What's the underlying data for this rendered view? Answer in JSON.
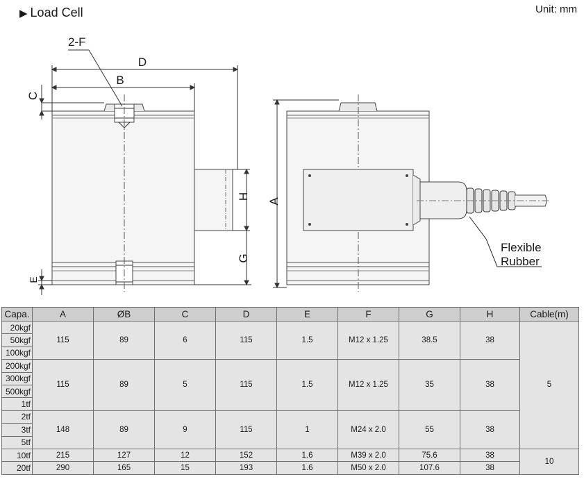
{
  "page": {
    "title": "Load Cell",
    "unit": "Unit: mm"
  },
  "drawing": {
    "labels": {
      "d": "D",
      "b": "B",
      "c": "C",
      "f": "2-F",
      "h_front": "H",
      "g": "G",
      "e": "E",
      "a": "A",
      "flexible": "Flexible",
      "rubber": "Rubber"
    }
  },
  "table": {
    "headers": [
      "Capa.",
      "A",
      "ØB",
      "C",
      "D",
      "E",
      "F",
      "G",
      "H",
      "Cable(m)"
    ],
    "groups": [
      {
        "capacities": [
          "20kgf",
          "50kgf",
          "100kgf"
        ],
        "values": [
          "115",
          "89",
          "6",
          "115",
          "1.5",
          "M12 x 1.25",
          "38.5",
          "38"
        ]
      },
      {
        "capacities": [
          "200kgf",
          "300kgf",
          "500kgf",
          "1tf"
        ],
        "values": [
          "115",
          "89",
          "5",
          "115",
          "1.5",
          "M12 x 1.25",
          "35",
          "38"
        ]
      },
      {
        "capacities": [
          "2tf",
          "3tf",
          "5tf"
        ],
        "values": [
          "148",
          "89",
          "9",
          "115",
          "1",
          "M24 x 2.0",
          "55",
          "38"
        ]
      },
      {
        "capacities": [
          "10tf"
        ],
        "values": [
          "215",
          "127",
          "12",
          "152",
          "1.6",
          "M39 x 2.0",
          "75.6",
          "38"
        ]
      },
      {
        "capacities": [
          "20tf"
        ],
        "values": [
          "290",
          "165",
          "15",
          "193",
          "1.6",
          "M50 x 2.0",
          "107.6",
          "38"
        ]
      }
    ],
    "cable": {
      "small": "5",
      "large": "10"
    }
  }
}
